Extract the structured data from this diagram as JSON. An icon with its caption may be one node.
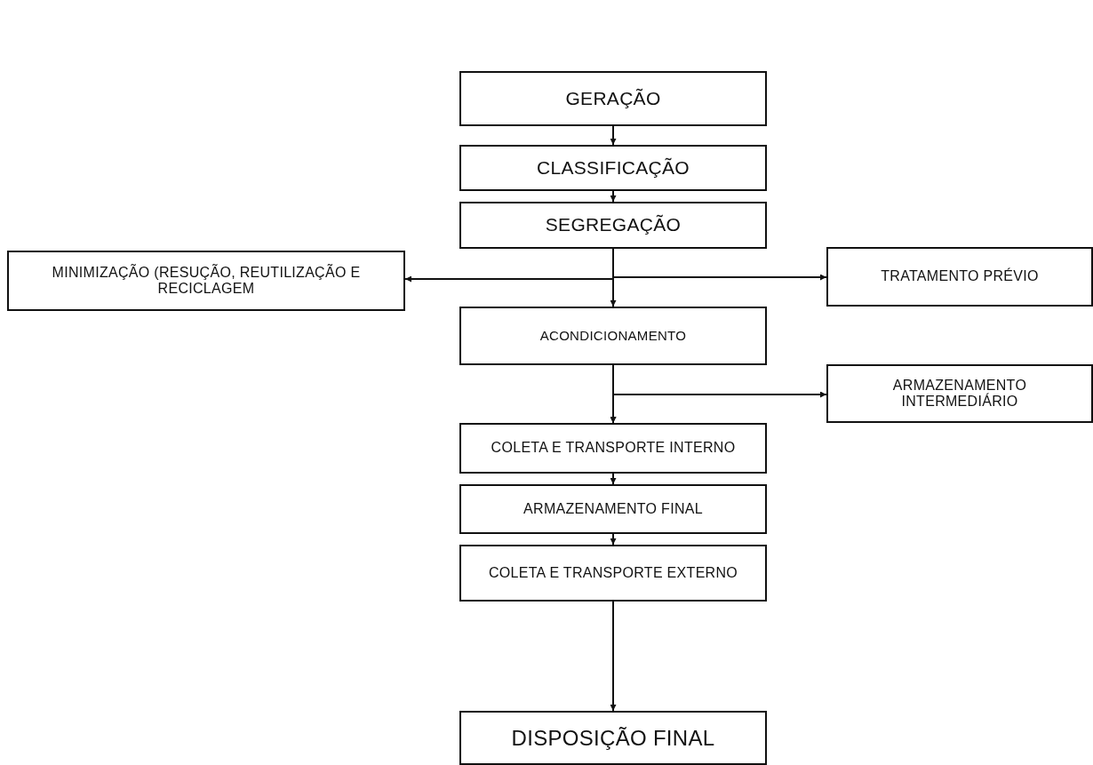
{
  "diagram": {
    "nodes": [
      {
        "text": [
          "GERAÇÃO"
        ]
      },
      {
        "text": [
          "CLASSIFICAÇÃO"
        ]
      },
      {
        "text": [
          "SEGREGAÇÃO"
        ]
      },
      {
        "text": [
          "MINIMIZAÇÃO (RESUÇÃO, REUTILIZAÇÃO E RECICLAGEM"
        ]
      },
      {
        "text": [
          "TRATAMENTO PRÉVIO"
        ]
      },
      {
        "text": [
          "ACONDICIONAMENTO"
        ]
      },
      {
        "text": [
          "ARMAZENAMENTO INTERMEDIÁRIO"
        ]
      },
      {
        "text": [
          "COLETA E TRANSPORTE INTERNO"
        ]
      },
      {
        "text": [
          "ARMAZENAMENTO FINAL"
        ]
      },
      {
        "text": [
          "COLETA E TRANSPORTE EXTERNO"
        ]
      },
      {
        "text": [
          "DISPOSIÇÃO FINAL"
        ]
      }
    ],
    "edges": [
      {
        "from": 0,
        "to": 1,
        "arrow": "to"
      },
      {
        "from": 1,
        "to": 2,
        "arrow": "to"
      },
      {
        "from": 2,
        "to": 5,
        "arrow": "to"
      },
      {
        "from": 2,
        "to": 3,
        "arrow": "to"
      },
      {
        "from": 2,
        "to": 4,
        "arrow": "to"
      },
      {
        "from": 5,
        "to": 7,
        "arrow": "to"
      },
      {
        "from": 5,
        "to": 6,
        "arrow": "to"
      },
      {
        "from": 6,
        "to": 7,
        "arrow": "to"
      },
      {
        "from": 7,
        "to": 8,
        "arrow": "to"
      },
      {
        "from": 8,
        "to": 9,
        "arrow": "to"
      },
      {
        "from": 9,
        "to": 10,
        "arrow": "to"
      }
    ]
  }
}
